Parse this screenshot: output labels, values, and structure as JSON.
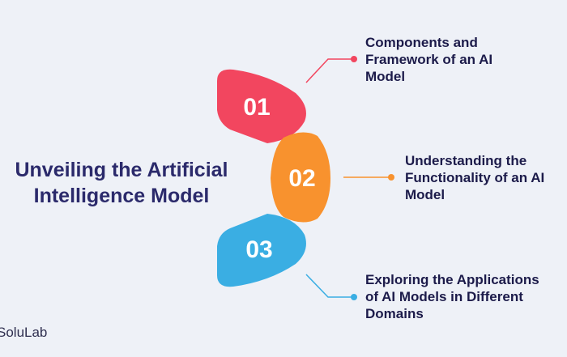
{
  "title": {
    "line1": "Unveiling the Artificial",
    "line2": "Intelligence Model"
  },
  "segments": [
    {
      "number": "01",
      "color": "#f2465f"
    },
    {
      "number": "02",
      "color": "#f8922e"
    },
    {
      "number": "03",
      "color": "#3aaee3"
    }
  ],
  "callouts": [
    {
      "lines": [
        "Components and",
        "Framework of an AI",
        "Model"
      ],
      "color": "#f2465f"
    },
    {
      "lines": [
        "Understanding the",
        "Functionality of an AI",
        "Model"
      ],
      "color": "#f8922e"
    },
    {
      "lines": [
        "Exploring the Applications",
        "of AI Models in Different",
        "Domains"
      ],
      "color": "#3aaee3"
    }
  ],
  "brand": "SoluLab"
}
